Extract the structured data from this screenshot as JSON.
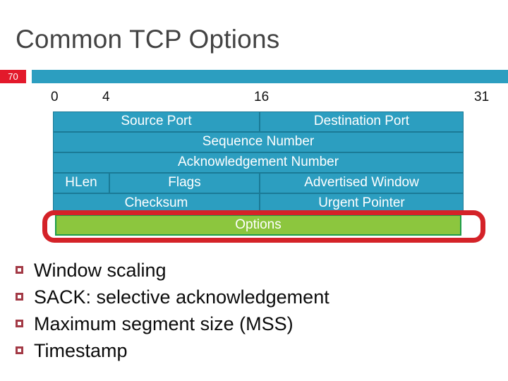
{
  "slide": {
    "title": "Common TCP Options",
    "number": "70",
    "accent_color": "#2C9EC0",
    "number_box_color": "#E3192B",
    "title_color": "#434343"
  },
  "diagram": {
    "name": "tcp-header-layout",
    "bit_ruler": [
      "0",
      "4",
      "16",
      "31"
    ],
    "cell_color": "#2C9EC0",
    "cell_border_color": "#1A7A96",
    "rows": [
      {
        "cells": [
          {
            "label": "Source Port"
          },
          {
            "label": "Destination Port"
          }
        ]
      },
      {
        "cells": [
          {
            "label": "Sequence Number"
          }
        ]
      },
      {
        "cells": [
          {
            "label": "Acknowledgement Number"
          }
        ]
      },
      {
        "cells": [
          {
            "label": "HLen"
          },
          {
            "label": "Flags"
          },
          {
            "label": "Advertised Window"
          }
        ]
      },
      {
        "cells": [
          {
            "label": "Checksum"
          },
          {
            "label": "Urgent Pointer"
          }
        ]
      }
    ],
    "options_field": {
      "label": "Options",
      "fill_color": "#8CC63E",
      "border_color": "#1E9C4A"
    },
    "highlight": {
      "color": "#D42228",
      "shape": "rounded-rectangle"
    }
  },
  "bullets": {
    "marker_color": "#A33A46",
    "items": [
      "Window scaling",
      "SACK: selective acknowledgement",
      "Maximum segment size (MSS)",
      "Timestamp"
    ]
  }
}
